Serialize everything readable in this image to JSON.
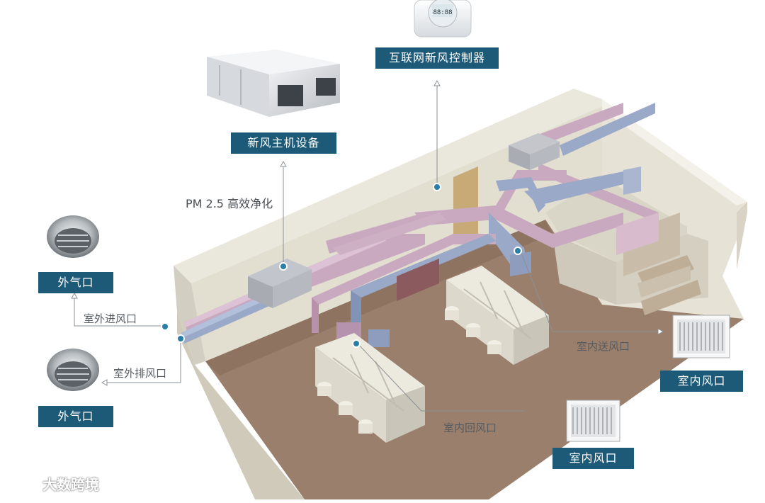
{
  "labels": {
    "controller": "互联网新风控制器",
    "main_unit": "新风主机设备",
    "pm25": "PM 2.5 高效净化",
    "outdoor_vent_top": "外气口",
    "outdoor_intake": "室外进风口",
    "outdoor_exhaust": "室外排风口",
    "outdoor_vent_bottom": "外气口",
    "indoor_supply": "室内送风口",
    "indoor_return": "室内回风口",
    "indoor_vent_right": "室内风口",
    "indoor_vent_bottom": "室内风口"
  },
  "thermostat": {
    "display": "88:88"
  },
  "watermark": "大数跨境",
  "colors": {
    "tag_bg": "#1d5a78",
    "supply_duct": "#9aa9c8",
    "return_duct": "#c9a9c0",
    "floor": "#9a7f6c",
    "wall": "#e4e1d4",
    "marker": "#2a7ea6"
  }
}
